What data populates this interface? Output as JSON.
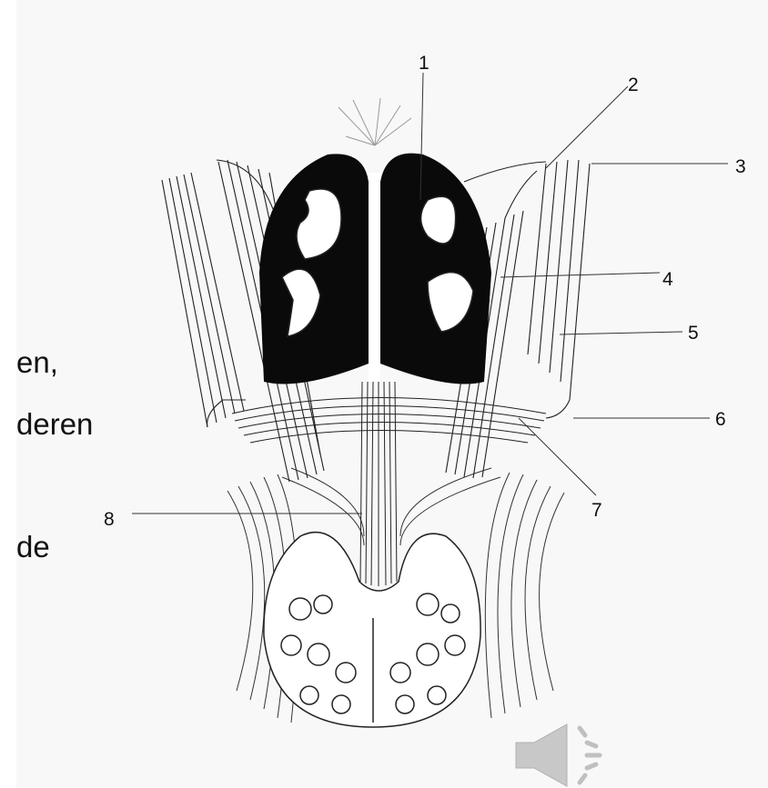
{
  "slide": {
    "text_lines": [
      "en,",
      "deren",
      "de"
    ]
  },
  "diagram": {
    "labels": [
      "1",
      "2",
      "3",
      "4",
      "5",
      "6",
      "7",
      "8"
    ]
  },
  "speaker_icon": "speaker-audio-icon"
}
